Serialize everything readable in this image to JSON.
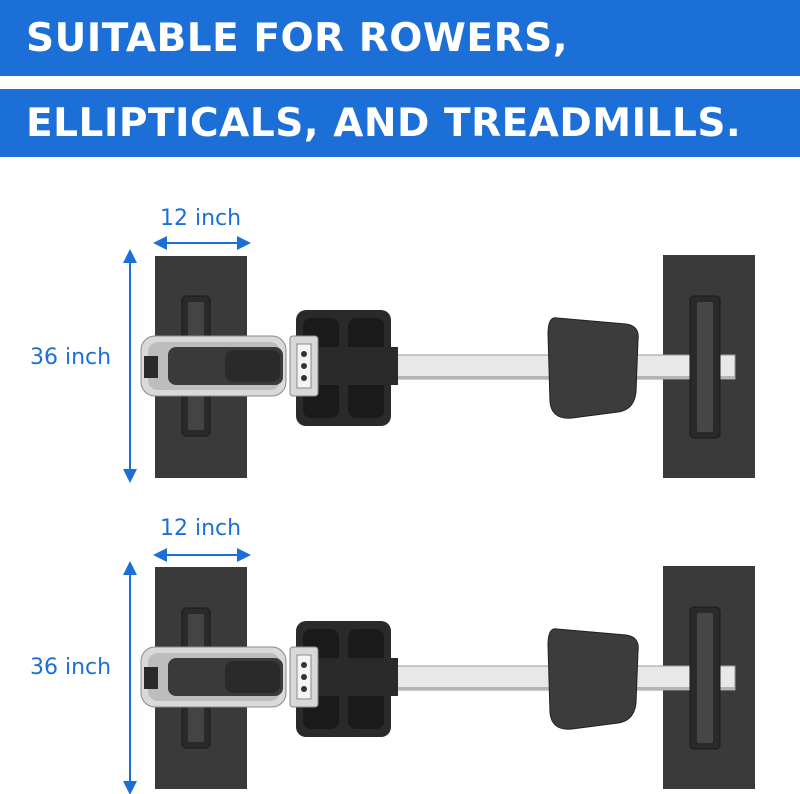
{
  "banner": {
    "line1": "SUITABLE FOR ROWERS,",
    "line2": "ELLIPTICALS, AND TREADMILLS."
  },
  "diagrams": [
    {
      "width_label": "12 inch",
      "length_label": "36 inch"
    },
    {
      "width_label": "12 inch",
      "length_label": "36 inch"
    }
  ],
  "colors": {
    "banner": "#1c6fd6",
    "dimension": "#1c6fd6",
    "mat": "#3a3a3a",
    "rail": "#e8e8e8"
  }
}
